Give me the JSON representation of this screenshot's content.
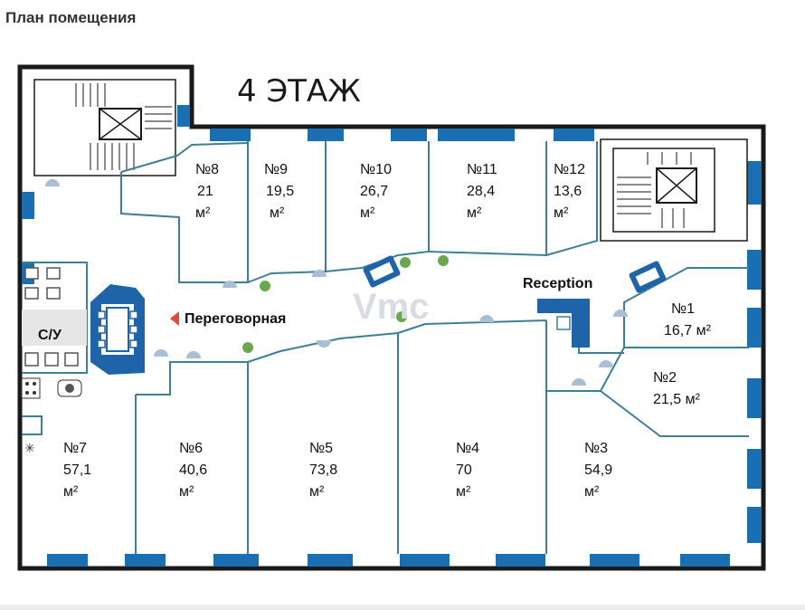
{
  "header": {
    "title": "План помещения"
  },
  "floor": {
    "title": "4 ЭТАЖ"
  },
  "labels": {
    "meeting_room": "Переговорная",
    "reception": "Reception",
    "wc": "С/У",
    "watermark": "Vmc"
  },
  "area_unit": "м²",
  "rooms": [
    {
      "id": "r8",
      "number": "№8",
      "area": "21",
      "unit": "м²"
    },
    {
      "id": "r9",
      "number": "№9",
      "area": "19,5",
      "unit": "м²"
    },
    {
      "id": "r10",
      "number": "№10",
      "area": "26,7",
      "unit": "м²"
    },
    {
      "id": "r11",
      "number": "№11",
      "area": "28,4",
      "unit": "м²"
    },
    {
      "id": "r12",
      "number": "№12",
      "area": "13,6",
      "unit": "м²"
    },
    {
      "id": "r1",
      "number": "№1",
      "area": "16,7 м²"
    },
    {
      "id": "r2",
      "number": "№2",
      "area": "21,5 м²"
    },
    {
      "id": "r7",
      "number": "№7",
      "area": "57,1",
      "unit": "м²"
    },
    {
      "id": "r6",
      "number": "№6",
      "area": "40,6",
      "unit": "м²"
    },
    {
      "id": "r5",
      "number": "№5",
      "area": "73,8",
      "unit": "м²"
    },
    {
      "id": "r4",
      "number": "№4",
      "area": "70",
      "unit": "м²"
    },
    {
      "id": "r3",
      "number": "№3",
      "area": "54,9",
      "unit": "м²"
    }
  ],
  "colors": {
    "wall": "#1a1a1a",
    "partition": "#3e7f96",
    "window": "#1a6fb3",
    "door": "#a9bfd6",
    "accent": "#1f63a9",
    "meeting_arrow": "#e04b3a",
    "plant": "#6aa84f"
  }
}
